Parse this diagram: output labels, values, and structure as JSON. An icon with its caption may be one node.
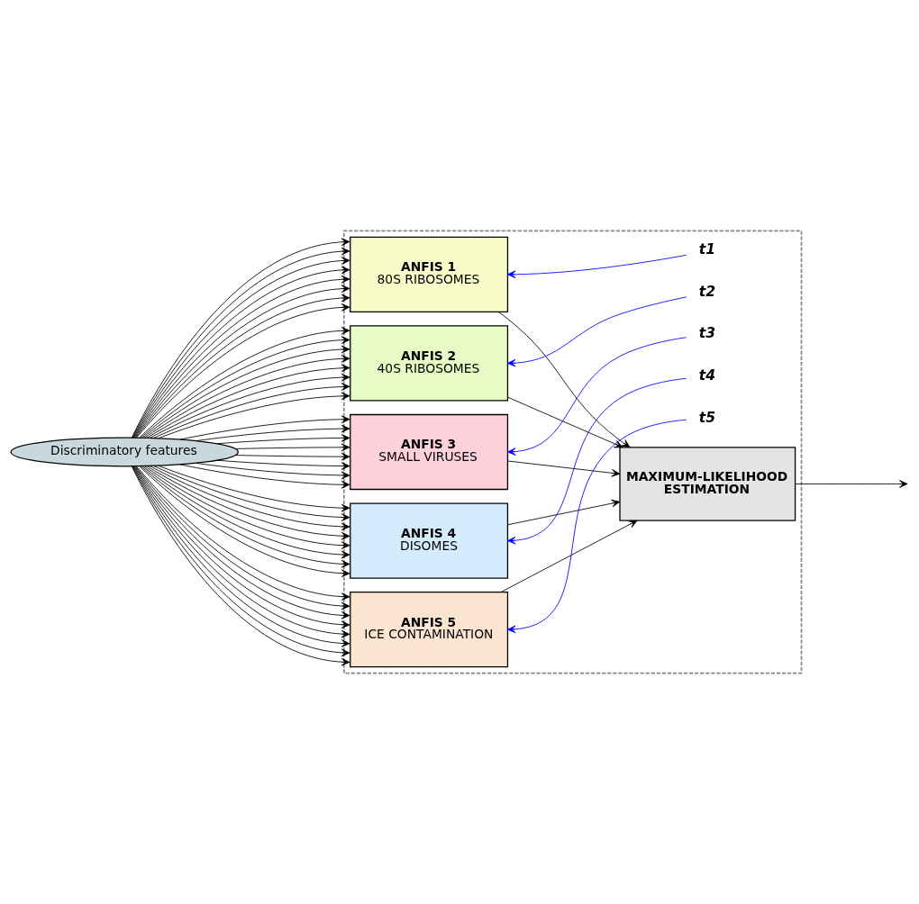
{
  "diagram": {
    "nodes": [
      {
        "text": [
          "Discriminatory features"
        ]
      },
      {
        "text": [],
        "shape": "box"
      },
      {
        "text": [
          "ANFIS 1",
          "80S RIBOSOMES"
        ],
        "in": 1
      },
      {
        "text": [
          "ANFIS 2",
          "40S RIBOSOMES"
        ],
        "in": 1
      },
      {
        "text": [
          "ANFIS 3",
          "SMALL VIRUSES"
        ],
        "in": 1
      },
      {
        "text": [
          "ANFIS 4",
          "DISOMES"
        ],
        "in": 1
      },
      {
        "text": [
          "ANFIS 5",
          "ICE CONTAMINATION"
        ],
        "in": 1
      },
      {
        "text": [
          "t1"
        ],
        "in": 1
      },
      {
        "text": [
          "t2"
        ],
        "in": 1
      },
      {
        "text": [
          "t3"
        ],
        "in": 1
      },
      {
        "text": [
          "t4"
        ],
        "in": 1
      },
      {
        "text": [
          "t5"
        ],
        "in": 1
      },
      {
        "text": [
          "MAXIMUM-LIKELIHOOD ESTIMATION"
        ],
        "in": 1
      }
    ],
    "edges": [
      {
        "from": 0,
        "to": 2,
        "arrow": "to"
      },
      {
        "from": 0,
        "to": 2,
        "arrow": "to"
      },
      {
        "from": 0,
        "to": 2,
        "arrow": "to"
      },
      {
        "from": 0,
        "to": 2,
        "arrow": "to"
      },
      {
        "from": 0,
        "to": 2,
        "arrow": "to"
      },
      {
        "from": 0,
        "to": 2,
        "arrow": "to"
      },
      {
        "from": 0,
        "to": 2,
        "arrow": "to"
      },
      {
        "from": 0,
        "to": 2,
        "arrow": "to"
      },
      {
        "from": 0,
        "to": 3,
        "arrow": "to"
      },
      {
        "from": 0,
        "to": 3,
        "arrow": "to"
      },
      {
        "from": 0,
        "to": 3,
        "arrow": "to"
      },
      {
        "from": 0,
        "to": 3,
        "arrow": "to"
      },
      {
        "from": 0,
        "to": 3,
        "arrow": "to"
      },
      {
        "from": 0,
        "to": 3,
        "arrow": "to"
      },
      {
        "from": 0,
        "to": 3,
        "arrow": "to"
      },
      {
        "from": 0,
        "to": 3,
        "arrow": "to"
      },
      {
        "from": 0,
        "to": 4,
        "arrow": "to"
      },
      {
        "from": 0,
        "to": 4,
        "arrow": "to"
      },
      {
        "from": 0,
        "to": 4,
        "arrow": "to"
      },
      {
        "from": 0,
        "to": 4,
        "arrow": "to"
      },
      {
        "from": 0,
        "to": 4,
        "arrow": "to"
      },
      {
        "from": 0,
        "to": 4,
        "arrow": "to"
      },
      {
        "from": 0,
        "to": 4,
        "arrow": "to"
      },
      {
        "from": 0,
        "to": 4,
        "arrow": "to"
      },
      {
        "from": 0,
        "to": 5,
        "arrow": "to"
      },
      {
        "from": 0,
        "to": 5,
        "arrow": "to"
      },
      {
        "from": 0,
        "to": 5,
        "arrow": "to"
      },
      {
        "from": 0,
        "to": 5,
        "arrow": "to"
      },
      {
        "from": 0,
        "to": 5,
        "arrow": "to"
      },
      {
        "from": 0,
        "to": 5,
        "arrow": "to"
      },
      {
        "from": 0,
        "to": 5,
        "arrow": "to"
      },
      {
        "from": 0,
        "to": 5,
        "arrow": "to"
      },
      {
        "from": 0,
        "to": 6,
        "arrow": "to"
      },
      {
        "from": 0,
        "to": 6,
        "arrow": "to"
      },
      {
        "from": 0,
        "to": 6,
        "arrow": "to"
      },
      {
        "from": 0,
        "to": 6,
        "arrow": "to"
      },
      {
        "from": 0,
        "to": 6,
        "arrow": "to"
      },
      {
        "from": 0,
        "to": 6,
        "arrow": "to"
      },
      {
        "from": 0,
        "to": 6,
        "arrow": "to"
      },
      {
        "from": 0,
        "to": 6,
        "arrow": "to"
      },
      {
        "from": 7,
        "to": 2,
        "arrow": "to",
        "color": "#0000ff"
      },
      {
        "from": 8,
        "to": 3,
        "arrow": "to",
        "color": "#0000ff"
      },
      {
        "from": 9,
        "to": 4,
        "arrow": "to",
        "color": "#0000ff"
      },
      {
        "from": 10,
        "to": 5,
        "arrow": "to",
        "color": "#0000ff"
      },
      {
        "from": 11,
        "to": 6,
        "arrow": "to",
        "color": "#0000ff"
      },
      {
        "from": 2,
        "to": 12,
        "arrow": "to"
      },
      {
        "from": 3,
        "to": 12,
        "arrow": "to"
      },
      {
        "from": 4,
        "to": 12,
        "arrow": "to"
      },
      {
        "from": 5,
        "to": 12,
        "arrow": "to"
      },
      {
        "from": 6,
        "to": 12,
        "arrow": "to"
      },
      {
        "from": 12,
        "to": null,
        "arrow": "to"
      }
    ]
  }
}
